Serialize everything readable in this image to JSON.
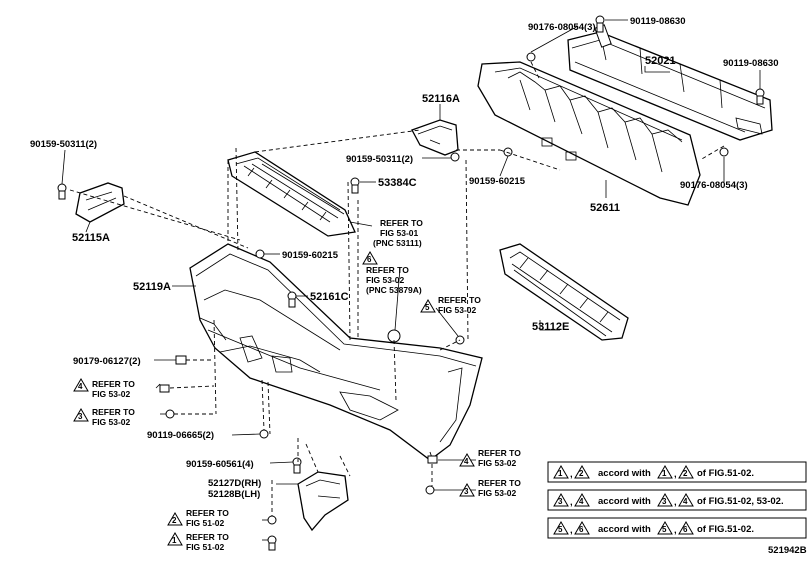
{
  "labels": {
    "p90176_top": "90176-08054(3)",
    "p90119_top": "90119-08630",
    "p52021": "52021",
    "p90119_right": "90119-08630",
    "p52611": "52611",
    "p90176_right": "90176-08054(3)",
    "p52116A": "52116A",
    "p90159_50311_mid": "90159-50311(2)",
    "p90159_60215_mid": "90159-60215",
    "p53384C": "53384C",
    "p90159_50311_left": "90159-50311(2)",
    "p52115A": "52115A",
    "p90159_60215_left": "90159-60215",
    "p52119A": "52119A",
    "p52161C": "52161C",
    "p53112E": "53112E",
    "p90179": "90179-06127(2)",
    "p90119_06665": "90119-06665(2)",
    "p90159_60561": "90159-60561(4)",
    "p52127D": "52127D(RH)",
    "p52128B": "52128B(LH)",
    "diagram_id": "521942B"
  },
  "refs": {
    "r1_l1": "REFER TO",
    "r1_l2": "FIG 53-01",
    "r1_l3": "(PNC 53111)",
    "r2_l1": "REFER TO",
    "r2_l2": "FIG 53-02",
    "r2_l3": "(PNC 53879A)",
    "r3_l1": "REFER TO",
    "r3_l2": "FIG 53-02",
    "r4_l1": "REFER TO",
    "r4_l2": "FIG 53-02",
    "r5_l1": "REFER TO",
    "r5_l2": "FIG 53-02",
    "r6_l1": "REFER TO",
    "r6_l2": "FIG 53-02",
    "r7_l1": "REFER TO",
    "r7_l2": "FIG 53-02",
    "r8_l1": "REFER TO",
    "r8_l2": "FIG 51-02",
    "r9_l1": "REFER TO",
    "r9_l2": "FIG 51-02"
  },
  "triangles": {
    "t_r2": "6",
    "t_r3": "5",
    "t_r4": "4",
    "t_r5": "3",
    "t_r6": "4",
    "t_r7": "3",
    "t_r8": "2",
    "t_r9": "1"
  },
  "legend": {
    "row1": {
      "a": "1",
      "b": "2",
      "text1": "accord with",
      "c": "1",
      "d": "2",
      "text2": "of FIG.51-02."
    },
    "row2": {
      "a": "3",
      "b": "4",
      "text1": "accord with",
      "c": "3",
      "d": "4",
      "text2": "of FIG.51-02, 53-02."
    },
    "row3": {
      "a": "5",
      "b": "6",
      "text1": "accord with",
      "c": "5",
      "d": "6",
      "text2": "of FIG.51-02."
    }
  }
}
